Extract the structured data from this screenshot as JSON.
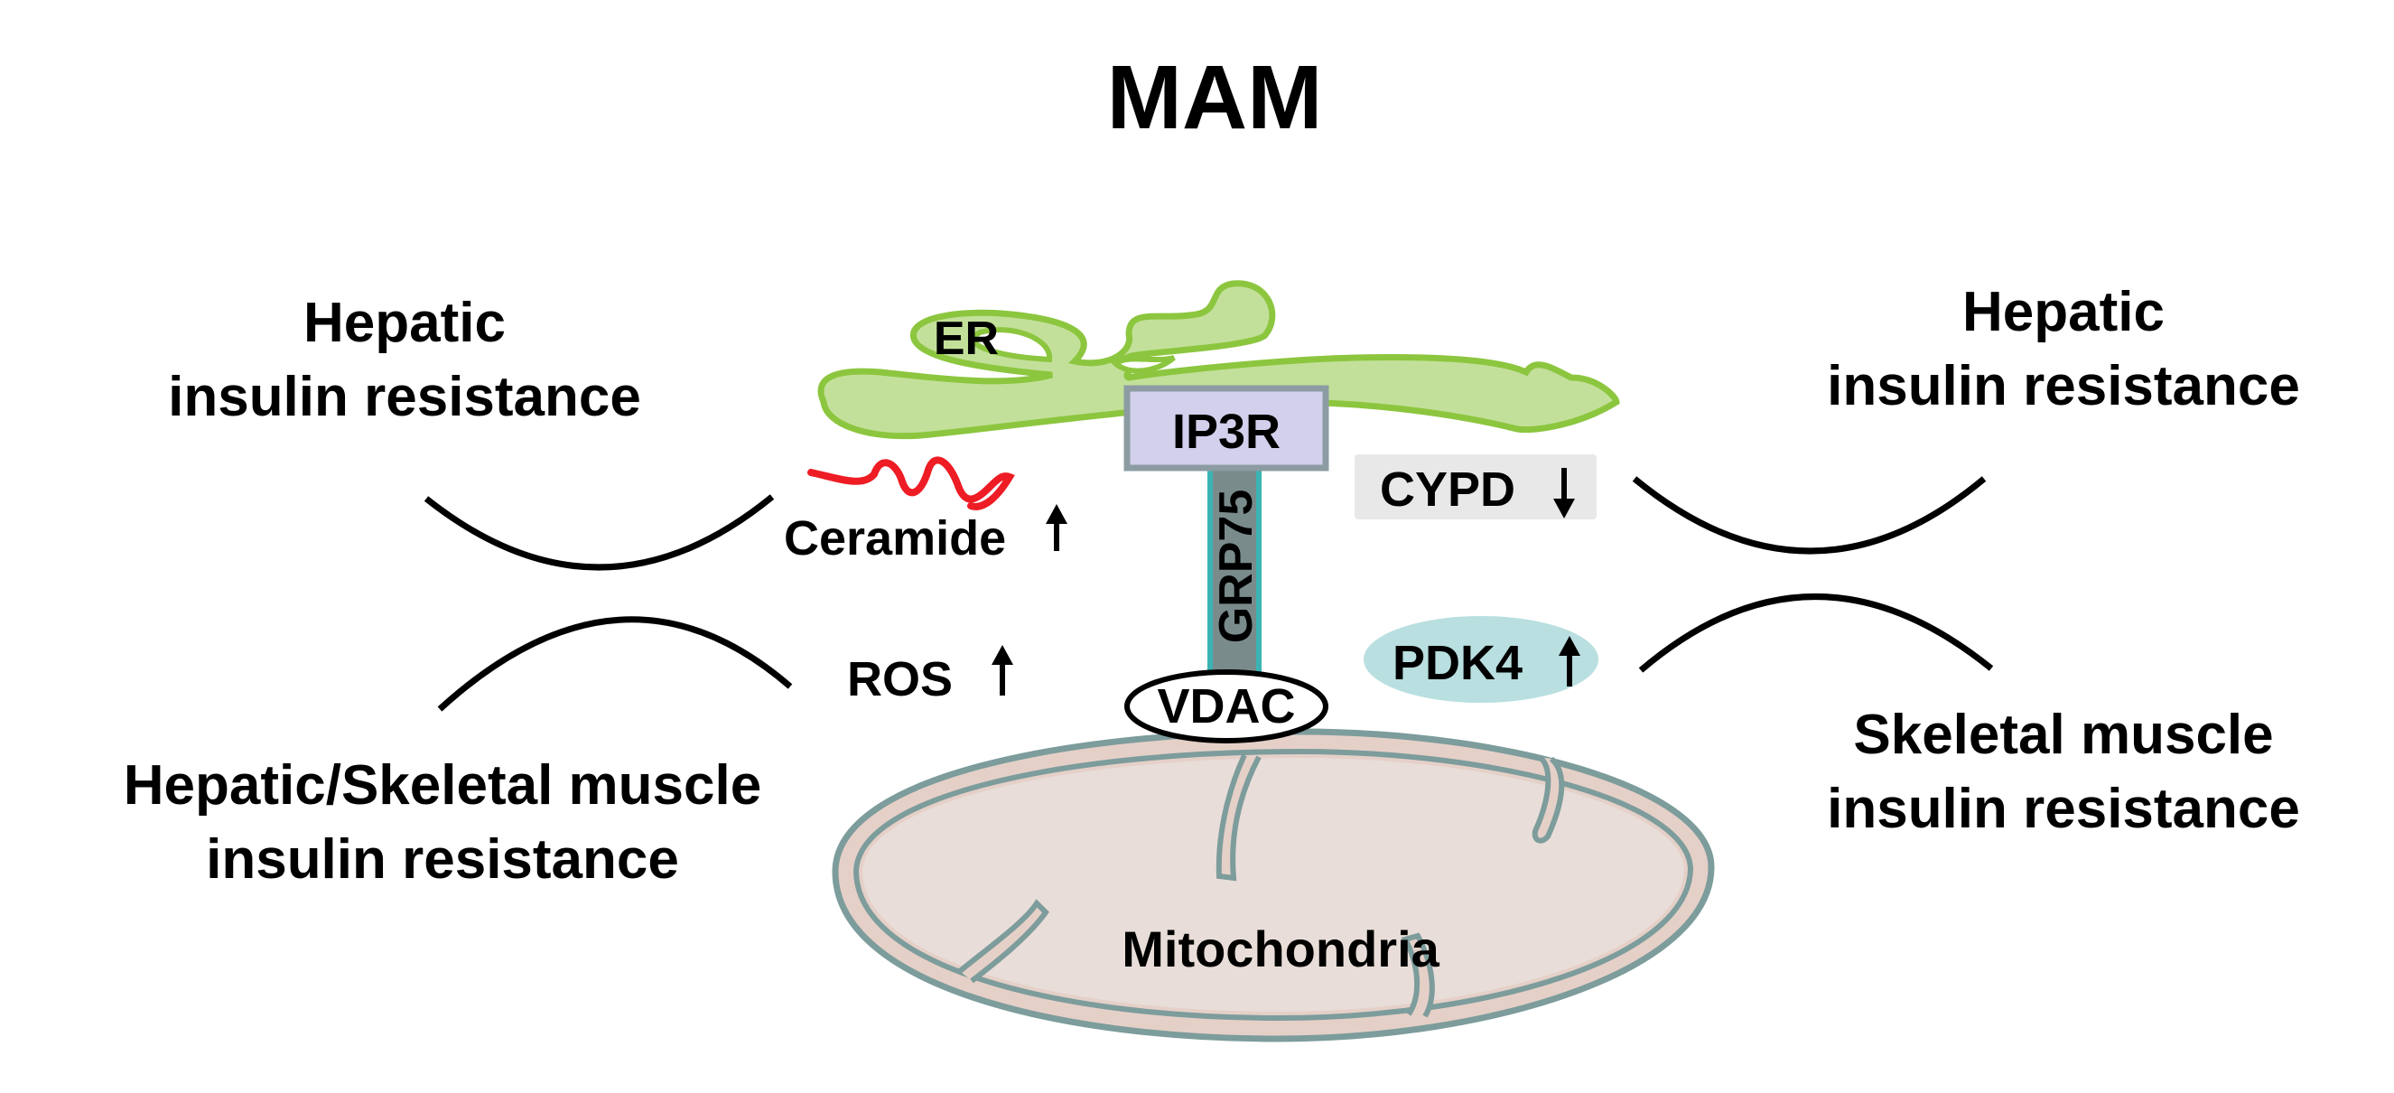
{
  "title": "MAM",
  "labels": {
    "er": "ER",
    "ip3r": "IP3R",
    "grp75": "GRP75",
    "vdac": "VDAC",
    "mitochondria": "Mitochondria",
    "ceramide": "Ceramide",
    "ros": "ROS",
    "cypd": "CYPD",
    "pdk4": "PDK4"
  },
  "outcomes": {
    "top_left": [
      "Hepatic",
      "insulin resistance"
    ],
    "top_right": [
      "Hepatic",
      "insulin resistance"
    ],
    "bottom_left": [
      "Hepatic/Skeletal muscle",
      "insulin resistance"
    ],
    "bottom_right": [
      "Skeletal muscle",
      "insulin resistance"
    ]
  },
  "regulation": {
    "ceramide": "up",
    "ros": "up",
    "cypd": "down",
    "pdk4": "up"
  },
  "colors": {
    "er_fill": "#c3e09a",
    "er_stroke": "#8cc63f",
    "ip3r_fill": "#d2d0ec",
    "ip3r_stroke": "#8c9ca2",
    "grp75_fill": "#7a8b8c",
    "grp75_accent": "#3bb3b3",
    "mito_fill": "#e5d0c8",
    "mito_stroke": "#7d9c9c",
    "ceramide_wave": "#ee1c24",
    "cypd_bg": "#e8e8e8",
    "pdk4_bg": "#b9dfe0"
  }
}
